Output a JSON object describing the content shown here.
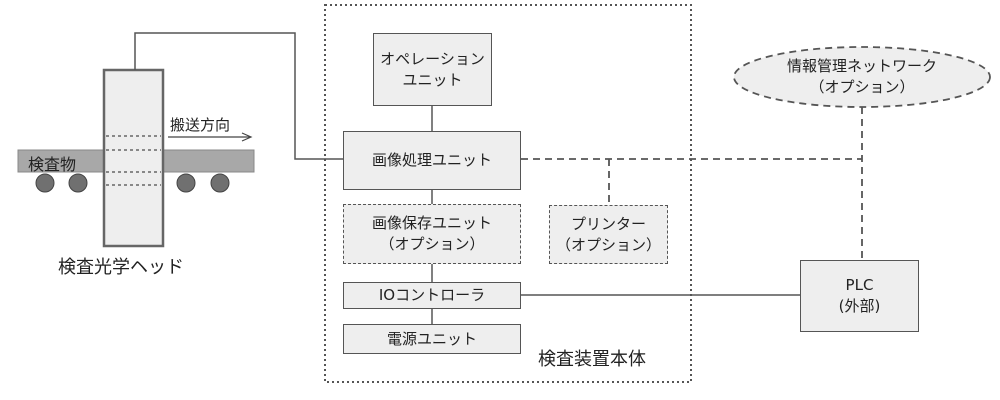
{
  "main_unit": {
    "label": "検査装置本体"
  },
  "blocks": {
    "operation": "オペレーション\nユニット",
    "image_processing": "画像処理ユニット",
    "image_storage": "画像保存ユニット\n（オプション）",
    "printer": "プリンター\n（オプション）",
    "io_controller": "IOコントローラ",
    "power": "電源ユニット"
  },
  "plc": "PLC\n(外部)",
  "network": "情報管理ネットワーク\n（オプション）",
  "head": {
    "object_label": "検査物",
    "direction_label": "搬送方向",
    "caption": "検査光学ヘッド"
  },
  "colors": {
    "box_fill": "#eeeeee",
    "line": "#555555",
    "roller": "#707070"
  }
}
